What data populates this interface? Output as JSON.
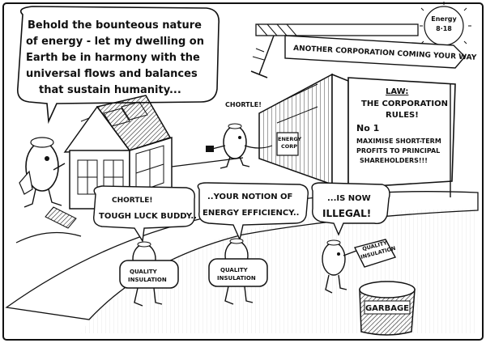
{
  "cartoon": {
    "corner_tag": [
      "Energy",
      "8·18"
    ],
    "speech_dweller": [
      "Behold the bounteous nature",
      "of energy - let my dwelling on",
      "Earth be in harmony with the",
      "universal flows and balances",
      "that sustain humanity..."
    ],
    "crane_banner": "ANOTHER CORPORATION COMING YOUR WAY",
    "chortle_top": "CHORTLE!",
    "building_sign": [
      "ENERGY",
      "CORP"
    ],
    "law_sign": {
      "title": "LAW:",
      "line1": "THE CORPORATION",
      "line2": "RULES!",
      "number": "No 1",
      "rule": [
        "MAXIMISE SHORT-TERM",
        "PROFITS TO PRINCIPAL",
        "SHAREHOLDERS!!!"
      ]
    },
    "bubble_left": [
      "CHORTLE!",
      "TOUGH LUCK BUDDY.."
    ],
    "bubble_mid": [
      "..YOUR NOTION OF",
      "ENERGY EFFICIENCY.."
    ],
    "bubble_right": [
      "...IS NOW",
      "ILLEGAL!"
    ],
    "package_left": [
      "QUALITY",
      "INSULATION"
    ],
    "package_mid": [
      "QUALITY",
      "INSULATION"
    ],
    "package_right": [
      "QUALITY",
      "INSULATION"
    ],
    "bin_label": "GARBAGE"
  },
  "colors": {
    "ink": "#111111",
    "paper": "#ffffff",
    "shade": "#cfcfcf"
  }
}
